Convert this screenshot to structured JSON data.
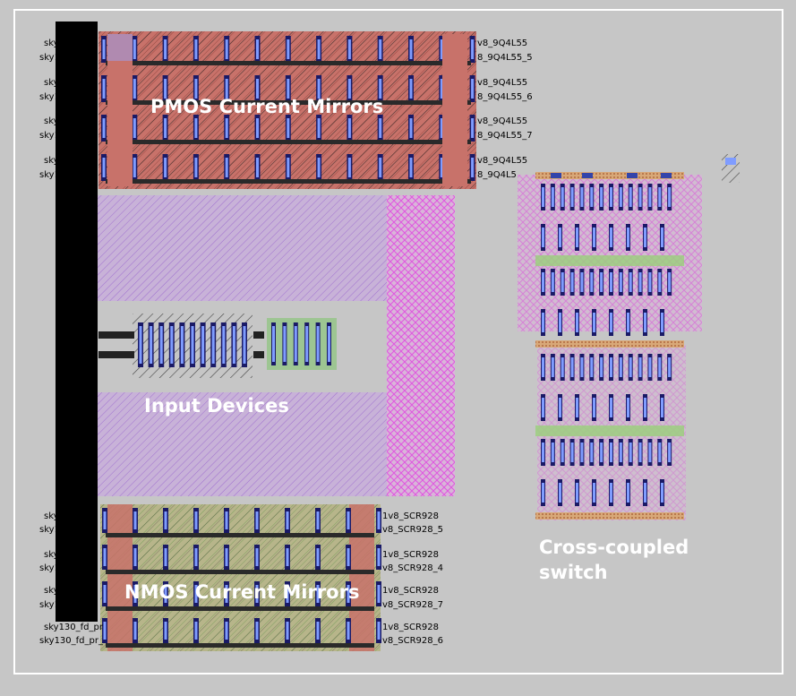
{
  "section_labels": {
    "pmos": "PMOS Current Mirrors",
    "input": "Input Devices",
    "nmos": "NMOS Current Mirrors",
    "switch_line1": "Cross-coupled",
    "switch_line2": "switch"
  },
  "pmos_labels": {
    "left": [
      "sky",
      "sky1",
      "sky",
      "sky1",
      "sky",
      "sky1",
      "sky",
      "sky1"
    ],
    "right": [
      "v8_9Q4L55",
      "8_9Q4L55_5",
      "v8_9Q4L55",
      "8_9Q4L55_6",
      "v8_9Q4L55",
      "8_9Q4L55_7",
      "v8_9Q4L55",
      "8_9Q4L5"
    ]
  },
  "nmos_labels": {
    "left": [
      "sky",
      "sky1",
      "sky",
      "sky1",
      "sky",
      "sky1",
      "sky130_fd_pr",
      "sky130_fd_pr_"
    ],
    "right": [
      "1v8_SCR928",
      "v8_SCR928_5",
      "1v8_SCR928",
      "v8_SCR928_4",
      "1v8_SCR928",
      "v8_SCR928_7",
      "1v8_SCR928",
      "v8_SCR928_6"
    ]
  },
  "colors": {
    "background": "#c6c6c6",
    "poly": "#c86a5e",
    "diff_green": "#9bbf7a",
    "metal1": "#1a1a66",
    "metal2_lilac": "#c9a8e0",
    "metal3_pink": "#e080e0",
    "local_blue": "#7f9cff"
  }
}
